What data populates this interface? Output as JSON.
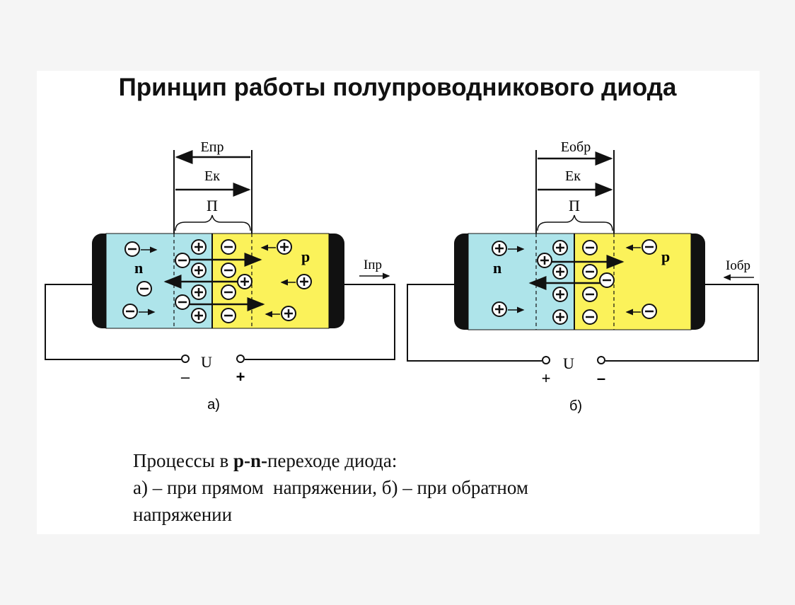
{
  "title": "Принцип работы полупроводникового диода",
  "diagram_a": {
    "field_top": "Eпр",
    "field_mid": "Eк",
    "junction": "П",
    "n_label": "n",
    "p_label": "p",
    "current": "Iпр",
    "voltage": "U",
    "left_terminal": "–",
    "right_terminal": "+",
    "sublabel": "а)"
  },
  "diagram_b": {
    "field_top": "Eобр",
    "field_mid": "Eк",
    "junction": "П",
    "n_label": "n",
    "p_label": "p",
    "current": "Iобр",
    "voltage": "U",
    "left_terminal": "+",
    "right_terminal": "–",
    "sublabel": "б)"
  },
  "caption": {
    "line1_pre": "Процессы в ",
    "line1_bold": "p-n-",
    "line1_post": "переходе диода:",
    "line2": "а) – при прямом  напряжении, б) – при обратном",
    "line3": "напряжении"
  },
  "colors": {
    "n_region": "#aee4ea",
    "p_region": "#fbf25a",
    "electrode": "#111111"
  }
}
